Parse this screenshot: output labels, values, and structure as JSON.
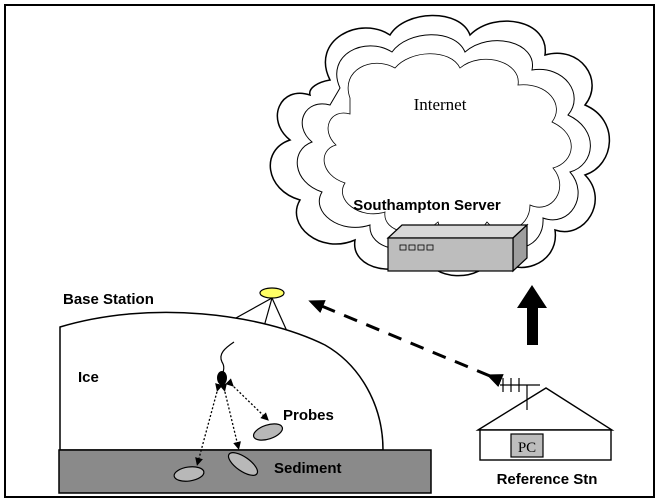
{
  "diagram": {
    "labels": {
      "internet": "Internet",
      "server": "Southampton Server",
      "base_station": "Base Station",
      "ice": "Ice",
      "probes": "Probes",
      "sediment": "Sediment",
      "pc": "PC",
      "reference_station": "Reference Stn"
    },
    "colors": {
      "sediment": "#8a8a8a",
      "server_box": "#bdbdbd",
      "probe": "#b8b8b8",
      "base_light": "#ffff66"
    }
  }
}
